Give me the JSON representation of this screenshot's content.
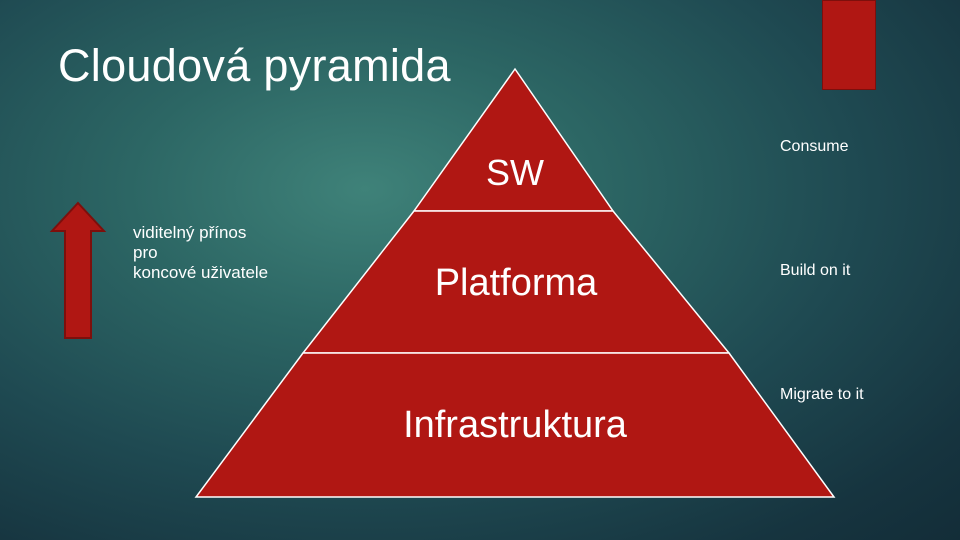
{
  "slide": {
    "title": "Cloudová pyramida"
  },
  "benefit": {
    "lines": [
      "viditelný přínos",
      "pro",
      "koncové uživatele"
    ]
  },
  "pyramid": {
    "levels": [
      {
        "label": "SW",
        "action": "Consume"
      },
      {
        "label": "Platforma",
        "action": "Build on it"
      },
      {
        "label": "Infrastruktura",
        "action": "Migrate to it"
      }
    ]
  },
  "colors": {
    "pyramid_fill": "#b01713",
    "pyramid_stroke": "#ffffff",
    "arrow_fill": "#b01713",
    "accent_bar": "#b01713",
    "text": "#ffffff"
  }
}
